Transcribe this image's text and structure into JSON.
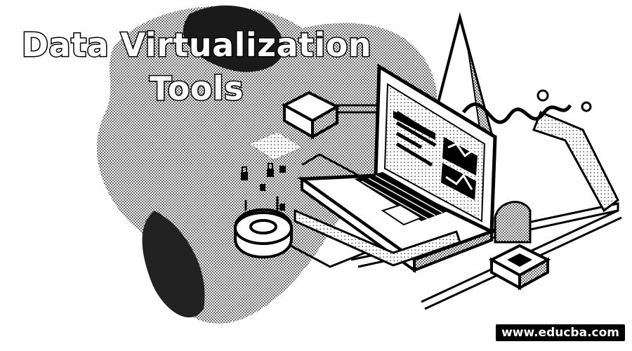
{
  "banner": {
    "title_line_1": "Data Virtualization",
    "title_line_2": "Tools",
    "site_url": "www.educba.com"
  },
  "colors": {
    "ink": "#000000",
    "paper": "#ffffff",
    "halftone": "#8a8a8a"
  },
  "icons": [
    "laptop-icon",
    "server-block-icon",
    "database-disk-icon",
    "chart-peak-icon",
    "wave-graph-icon",
    "padlock-icon"
  ]
}
